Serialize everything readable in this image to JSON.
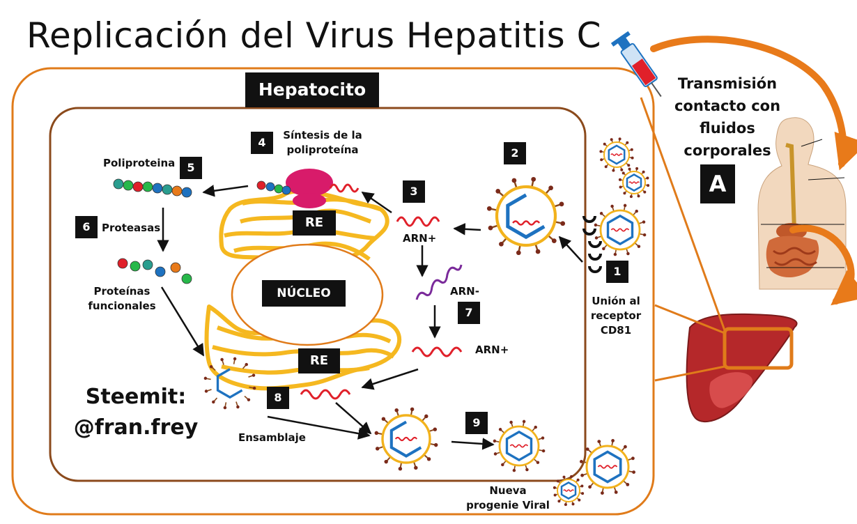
{
  "title": "Replicación del  Virus Hepatitis C",
  "hepatocyte_label": "Hepatocito",
  "nucleus_label": "NÚCLEO",
  "er_label_top": "RE",
  "er_label_bottom": "RE",
  "transmission": {
    "line1": "Transmisión",
    "line2": "contacto con",
    "line3": "fluidos",
    "line4": "corporales",
    "marker": "A"
  },
  "steps": [
    {
      "number": "1",
      "label_lines": [
        "Unión al",
        "receptor",
        "CD81"
      ]
    },
    {
      "number": "2",
      "label_lines": []
    },
    {
      "number": "3",
      "label_lines": []
    },
    {
      "number": "4",
      "label_lines": [
        "Síntesis de la",
        "poliproteína"
      ]
    },
    {
      "number": "5",
      "label_lines": [
        "Poliproteina"
      ]
    },
    {
      "number": "6",
      "label_lines": [
        "Proteasas"
      ]
    },
    {
      "number": "7",
      "label_lines": []
    },
    {
      "number": "8",
      "label_lines": [
        "Ensamblaje"
      ]
    },
    {
      "number": "9",
      "label_lines": []
    }
  ],
  "rna_labels": {
    "rna_pos_1": "ARN+",
    "rna_neg": "ARN-",
    "rna_pos_2": "ARN+"
  },
  "functional_proteins": [
    "Proteínas",
    "funcionales"
  ],
  "progeny": [
    "Nueva",
    "progenie Viral"
  ],
  "watermark": [
    "Steemit:",
    "@fran.frey"
  ],
  "colors": {
    "cell_border": "#E07B1A",
    "inner_border": "#8B4A1C",
    "er": "#F5B820",
    "nucleus_border": "#E07B1A",
    "rna": "#E0202A",
    "rna_neg": "#7A2A9A",
    "capsid": "#1E72C0",
    "envelope": "#F2B21C",
    "ribosome": "#D81B6A",
    "liver": "#B5282A",
    "arrow_orange": "#E87A1A"
  }
}
